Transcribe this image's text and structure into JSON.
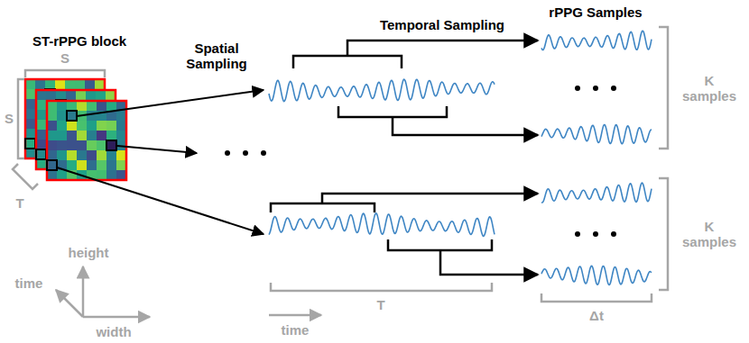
{
  "diagram": {
    "labels": [
      "ST-rPPG block",
      "S",
      "S",
      "T",
      "Spatial Sampling",
      "Temporal Sampling",
      "rPPG Samples",
      "K samples",
      "K samples",
      "height",
      "time",
      "width",
      "T",
      "time",
      "Δt"
    ]
  }
}
